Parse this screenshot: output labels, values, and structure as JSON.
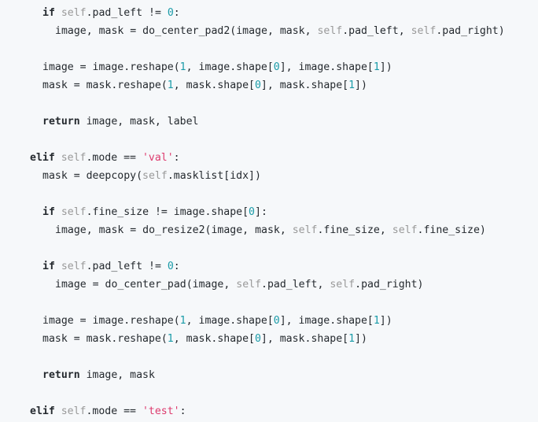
{
  "code": {
    "lines": [
      {
        "indent": 3,
        "tokens": [
          {
            "t": "kw",
            "v": "if"
          },
          {
            "t": "plain",
            "v": " "
          },
          {
            "t": "self",
            "v": "self"
          },
          {
            "t": "plain",
            "v": ".pad_left != "
          },
          {
            "t": "num",
            "v": "0"
          },
          {
            "t": "plain",
            "v": ":"
          }
        ]
      },
      {
        "indent": 4,
        "tokens": [
          {
            "t": "plain",
            "v": "image, mask = do_center_pad2(image, mask, "
          },
          {
            "t": "self",
            "v": "self"
          },
          {
            "t": "plain",
            "v": ".pad_left, "
          },
          {
            "t": "self",
            "v": "self"
          },
          {
            "t": "plain",
            "v": ".pad_right)"
          }
        ]
      },
      {
        "indent": 0,
        "tokens": []
      },
      {
        "indent": 3,
        "tokens": [
          {
            "t": "plain",
            "v": "image = image.reshape("
          },
          {
            "t": "num",
            "v": "1"
          },
          {
            "t": "plain",
            "v": ", image.shape["
          },
          {
            "t": "num",
            "v": "0"
          },
          {
            "t": "plain",
            "v": "], image.shape["
          },
          {
            "t": "num",
            "v": "1"
          },
          {
            "t": "plain",
            "v": "])"
          }
        ]
      },
      {
        "indent": 3,
        "tokens": [
          {
            "t": "plain",
            "v": "mask = mask.reshape("
          },
          {
            "t": "num",
            "v": "1"
          },
          {
            "t": "plain",
            "v": ", mask.shape["
          },
          {
            "t": "num",
            "v": "0"
          },
          {
            "t": "plain",
            "v": "], mask.shape["
          },
          {
            "t": "num",
            "v": "1"
          },
          {
            "t": "plain",
            "v": "])"
          }
        ]
      },
      {
        "indent": 0,
        "tokens": []
      },
      {
        "indent": 3,
        "tokens": [
          {
            "t": "kw",
            "v": "return"
          },
          {
            "t": "plain",
            "v": " image, mask, label"
          }
        ]
      },
      {
        "indent": 0,
        "tokens": []
      },
      {
        "indent": 2,
        "tokens": [
          {
            "t": "kw",
            "v": "elif"
          },
          {
            "t": "plain",
            "v": " "
          },
          {
            "t": "self",
            "v": "self"
          },
          {
            "t": "plain",
            "v": ".mode == "
          },
          {
            "t": "str",
            "v": "'val'"
          },
          {
            "t": "plain",
            "v": ":"
          }
        ]
      },
      {
        "indent": 3,
        "tokens": [
          {
            "t": "plain",
            "v": "mask = deepcopy("
          },
          {
            "t": "self",
            "v": "self"
          },
          {
            "t": "plain",
            "v": ".masklist[idx])"
          }
        ]
      },
      {
        "indent": 0,
        "tokens": []
      },
      {
        "indent": 3,
        "tokens": [
          {
            "t": "kw",
            "v": "if"
          },
          {
            "t": "plain",
            "v": " "
          },
          {
            "t": "self",
            "v": "self"
          },
          {
            "t": "plain",
            "v": ".fine_size != image.shape["
          },
          {
            "t": "num",
            "v": "0"
          },
          {
            "t": "plain",
            "v": "]:"
          }
        ]
      },
      {
        "indent": 4,
        "tokens": [
          {
            "t": "plain",
            "v": "image, mask = do_resize2(image, mask, "
          },
          {
            "t": "self",
            "v": "self"
          },
          {
            "t": "plain",
            "v": ".fine_size, "
          },
          {
            "t": "self",
            "v": "self"
          },
          {
            "t": "plain",
            "v": ".fine_size)"
          }
        ]
      },
      {
        "indent": 0,
        "tokens": []
      },
      {
        "indent": 3,
        "tokens": [
          {
            "t": "kw",
            "v": "if"
          },
          {
            "t": "plain",
            "v": " "
          },
          {
            "t": "self",
            "v": "self"
          },
          {
            "t": "plain",
            "v": ".pad_left != "
          },
          {
            "t": "num",
            "v": "0"
          },
          {
            "t": "plain",
            "v": ":"
          }
        ]
      },
      {
        "indent": 4,
        "tokens": [
          {
            "t": "plain",
            "v": "image = do_center_pad(image, "
          },
          {
            "t": "self",
            "v": "self"
          },
          {
            "t": "plain",
            "v": ".pad_left, "
          },
          {
            "t": "self",
            "v": "self"
          },
          {
            "t": "plain",
            "v": ".pad_right)"
          }
        ]
      },
      {
        "indent": 0,
        "tokens": []
      },
      {
        "indent": 3,
        "tokens": [
          {
            "t": "plain",
            "v": "image = image.reshape("
          },
          {
            "t": "num",
            "v": "1"
          },
          {
            "t": "plain",
            "v": ", image.shape["
          },
          {
            "t": "num",
            "v": "0"
          },
          {
            "t": "plain",
            "v": "], image.shape["
          },
          {
            "t": "num",
            "v": "1"
          },
          {
            "t": "plain",
            "v": "])"
          }
        ]
      },
      {
        "indent": 3,
        "tokens": [
          {
            "t": "plain",
            "v": "mask = mask.reshape("
          },
          {
            "t": "num",
            "v": "1"
          },
          {
            "t": "plain",
            "v": ", mask.shape["
          },
          {
            "t": "num",
            "v": "0"
          },
          {
            "t": "plain",
            "v": "], mask.shape["
          },
          {
            "t": "num",
            "v": "1"
          },
          {
            "t": "plain",
            "v": "])"
          }
        ]
      },
      {
        "indent": 0,
        "tokens": []
      },
      {
        "indent": 3,
        "tokens": [
          {
            "t": "kw",
            "v": "return"
          },
          {
            "t": "plain",
            "v": " image, mask"
          }
        ]
      },
      {
        "indent": 0,
        "tokens": []
      },
      {
        "indent": 2,
        "tokens": [
          {
            "t": "kw",
            "v": "elif"
          },
          {
            "t": "plain",
            "v": " "
          },
          {
            "t": "self",
            "v": "self"
          },
          {
            "t": "plain",
            "v": ".mode == "
          },
          {
            "t": "str",
            "v": "'test'"
          },
          {
            "t": "plain",
            "v": ":"
          }
        ]
      }
    ]
  },
  "colors": {
    "background": "#f6f8fa",
    "text": "#24292e",
    "keyword": "#24292e",
    "self": "#999999",
    "number": "#1a9ba8",
    "string": "#dd3b6e"
  }
}
